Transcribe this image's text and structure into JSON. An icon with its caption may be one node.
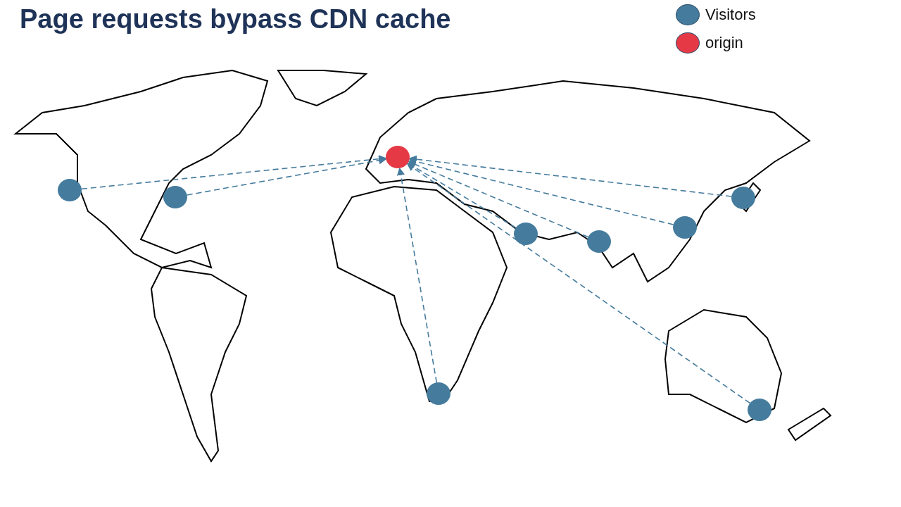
{
  "diagram": {
    "title": "Page requests bypass CDN cache",
    "nodes": [
      {
        "text": [],
        "shape": "circle"
      },
      {
        "text": [],
        "shape": "circle"
      },
      {
        "text": [],
        "shape": "circle"
      },
      {
        "text": [],
        "shape": "circle"
      },
      {
        "text": [],
        "shape": "circle"
      },
      {
        "text": [],
        "shape": "circle"
      },
      {
        "text": [],
        "shape": "circle"
      },
      {
        "text": [],
        "shape": "circle"
      },
      {
        "text": [],
        "shape": "circle"
      }
    ],
    "edges": [
      {
        "from": 1,
        "to": 0,
        "arrow": "to",
        "style": "dashed"
      },
      {
        "from": 2,
        "to": 0,
        "arrow": "to",
        "style": "dashed"
      },
      {
        "from": 3,
        "to": 0,
        "arrow": "to",
        "style": "dashed"
      },
      {
        "from": 4,
        "to": 0,
        "arrow": "to",
        "style": "dashed"
      },
      {
        "from": 5,
        "to": 0,
        "arrow": "to",
        "style": "dashed"
      },
      {
        "from": 6,
        "to": 0,
        "arrow": "to",
        "style": "dashed"
      },
      {
        "from": 7,
        "to": 0,
        "arrow": "to",
        "style": "dashed"
      },
      {
        "from": 8,
        "to": 0,
        "arrow": "to",
        "style": "dashed"
      }
    ],
    "legend": [
      {
        "text": "Visitors",
        "color": "#457b9d"
      },
      {
        "text": "origin",
        "color": "#e63946"
      }
    ]
  }
}
